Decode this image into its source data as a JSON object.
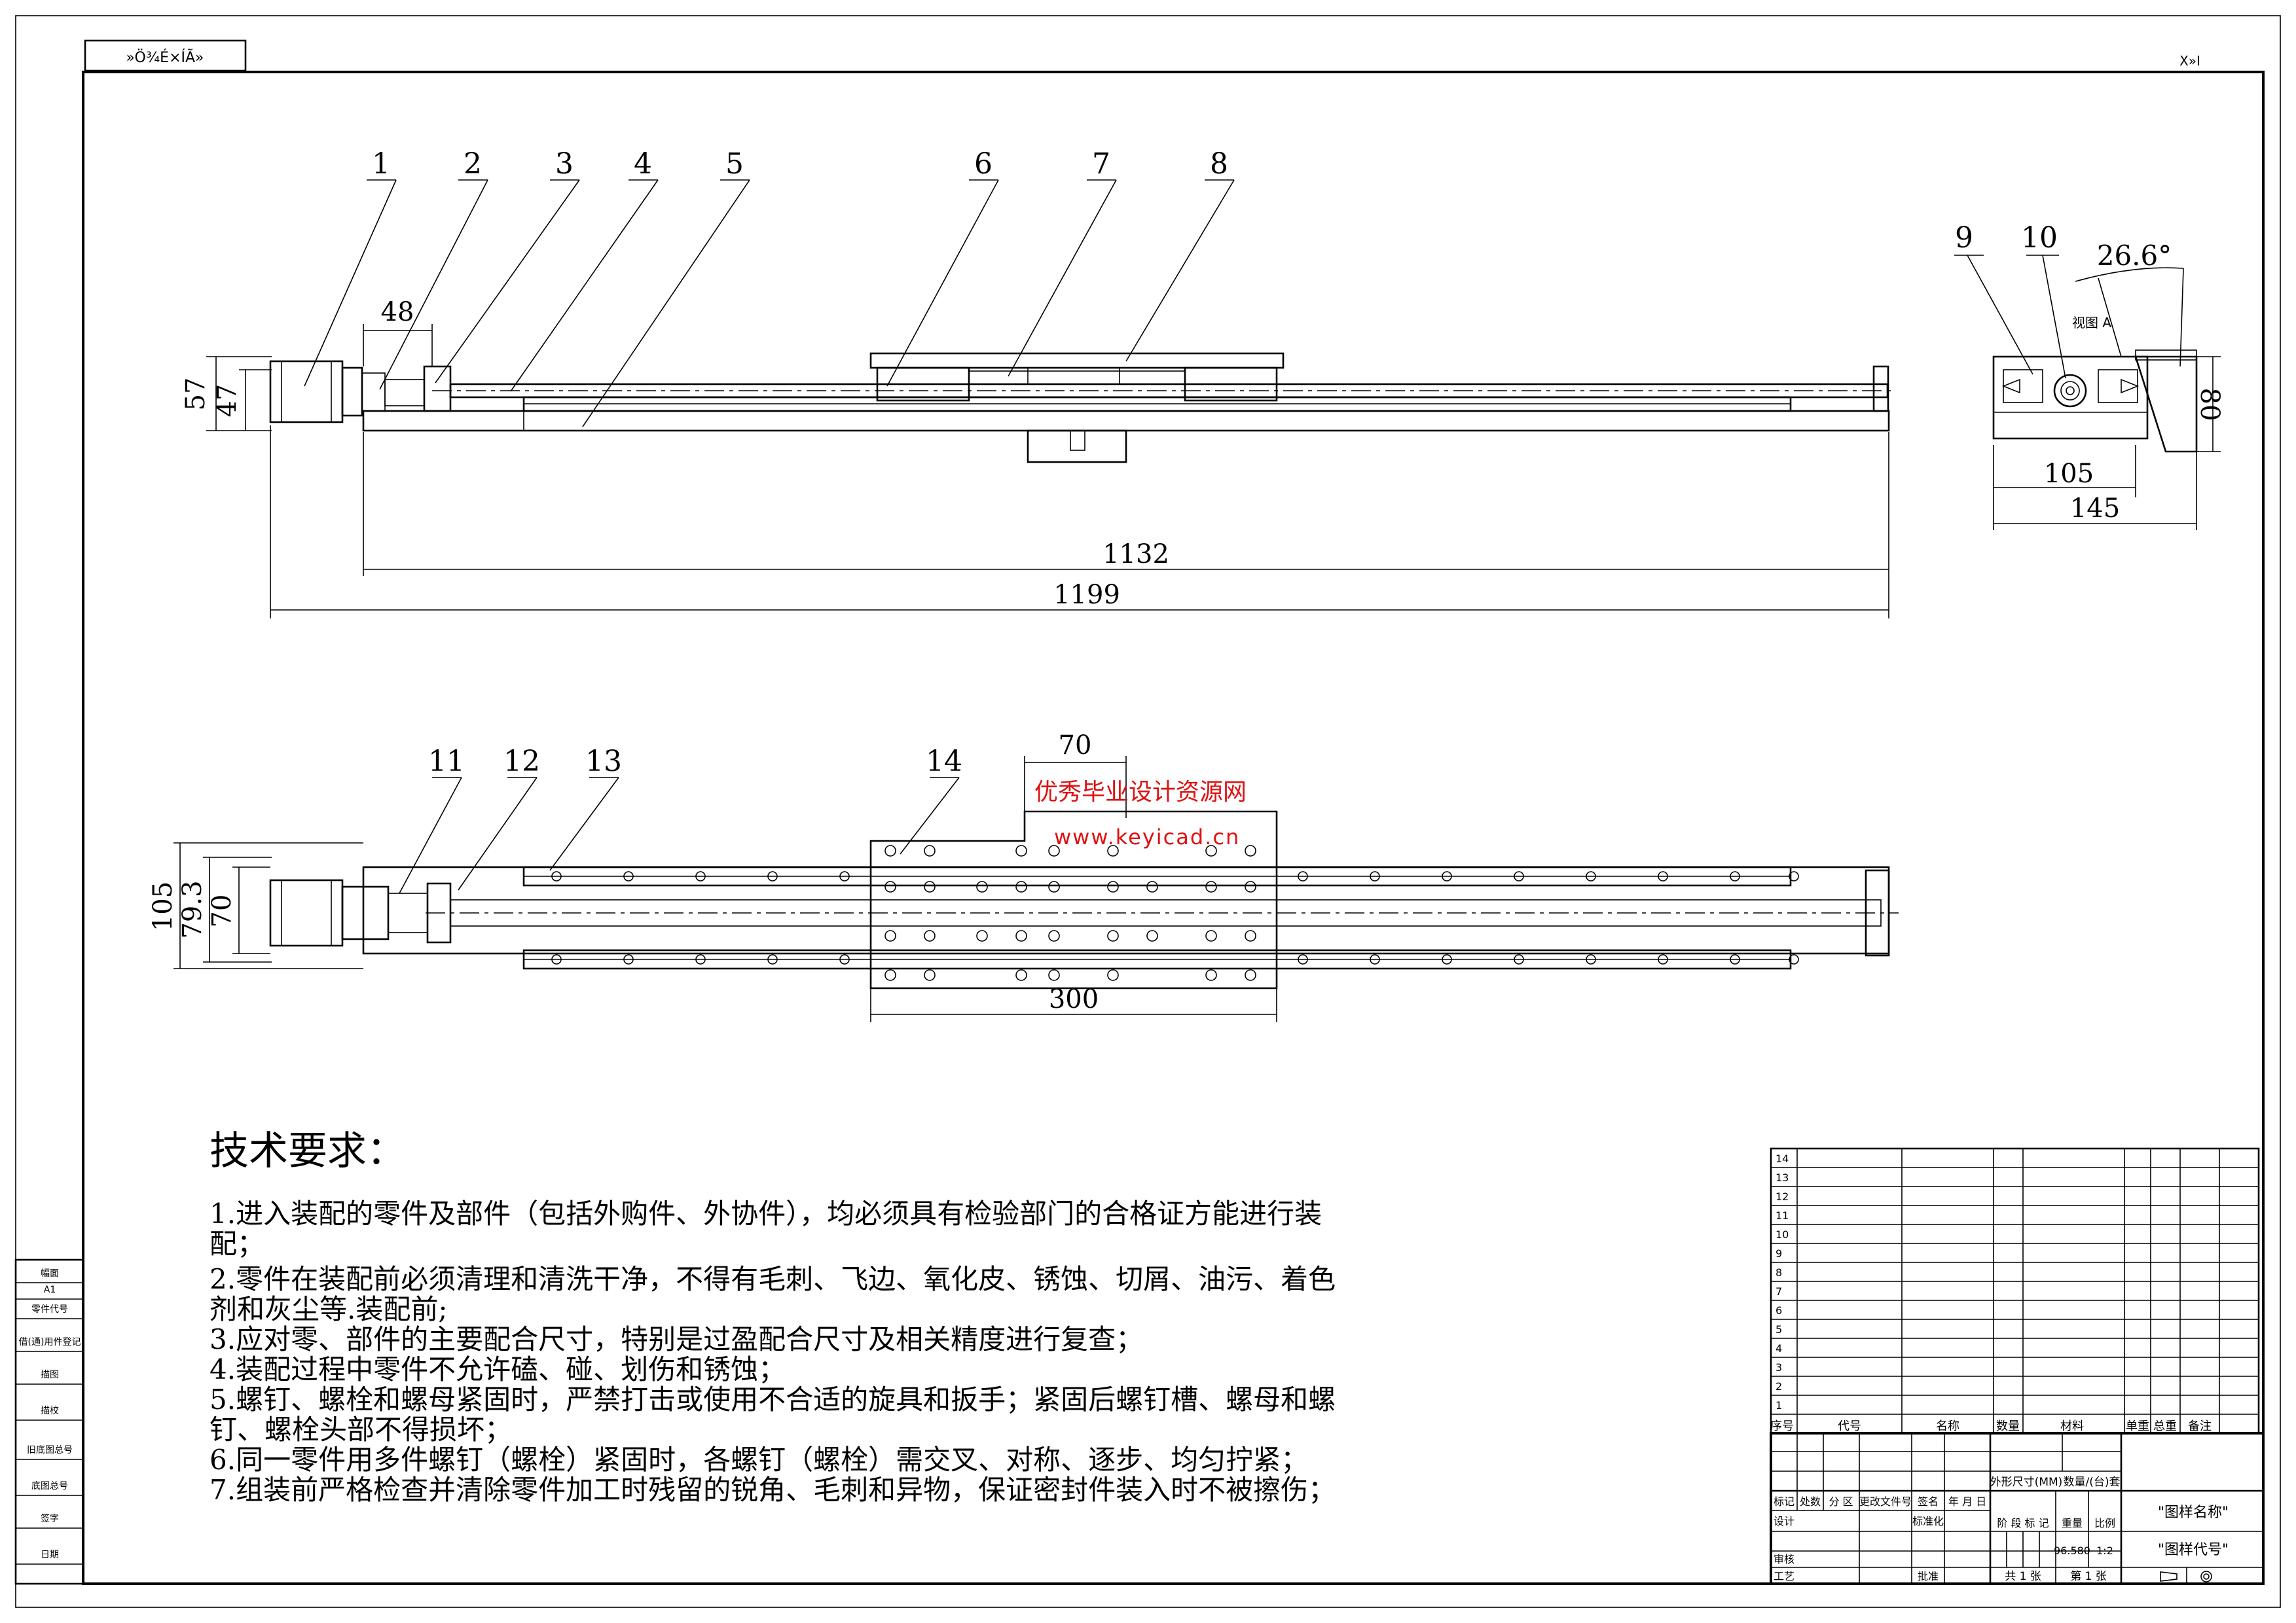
{
  "stamp_label": "»Ö¾É×ÍÃ»",
  "top_right_code": "Ⅹ»Ⅰ",
  "parts_callouts": [
    "1",
    "2",
    "3",
    "4",
    "5",
    "6",
    "7",
    "8",
    "9",
    "10",
    "11",
    "12",
    "13",
    "14"
  ],
  "dimensions": {
    "d48": "48",
    "d57": "57",
    "d47": "47",
    "d1132": "1132",
    "d1199": "1199",
    "d105_side": "105",
    "d145": "145",
    "d80": "80",
    "angle": "26.6°",
    "view_label": "视图 A",
    "d70_top": "70",
    "d300": "300",
    "d105_plan": "105",
    "d79_3": "79.3",
    "d70_plan": "70"
  },
  "watermark": {
    "line1": "优秀毕业设计资源网",
    "line2": "www.keyicad.cn"
  },
  "requirements": {
    "title": "技术要求：",
    "lines": [
      "1.进入装配的零件及部件（包括外购件、外协件），均必须具有检验部门的合格证方能进行装",
      "配；",
      "2.零件在装配前必须清理和清洗干净，不得有毛刺、飞边、氧化皮、锈蚀、切屑、油污、着色",
      "剂和灰尘等.装配前;",
      "3.应对零、部件的主要配合尺寸，特别是过盈配合尺寸及相关精度进行复查；",
      "4.装配过程中零件不允许磕、碰、划伤和锈蚀；",
      "5.螺钉、螺栓和螺母紧固时，严禁打击或使用不合适的旋具和扳手；紧固后螺钉槽、螺母和螺",
      "钉、螺栓头部不得损坏；",
      "6.同一零件用多件螺钉（螺栓）紧固时，各螺钉（螺栓）需交叉、对称、逐步、均匀拧紧；",
      "7.组装前严格检查并清除零件加工时残留的锐角、毛刺和异物，保证密封件装入时不被擦伤；"
    ]
  },
  "left_strip": [
    "幅面",
    "A1",
    "零件代号",
    "借(通)用件登记",
    "描图",
    "描校",
    "旧底图总号",
    "底图总号",
    "签字",
    "日期"
  ],
  "bom": {
    "row_numbers": [
      "14",
      "13",
      "12",
      "11",
      "10",
      "9",
      "8",
      "7",
      "6",
      "5",
      "4",
      "3",
      "2",
      "1"
    ],
    "headers": [
      "序号",
      "代号",
      "名称",
      "数量",
      "材料",
      "单重",
      "总重",
      "备注"
    ]
  },
  "title_block": {
    "outer_size_label": "外形尺寸(MM)",
    "qty_label": "数量/(台)套",
    "drawing_name": "\"图样名称\"",
    "drawing_code": "\"图样代号\"",
    "rev_headers": [
      "标记",
      "处数",
      "分 区",
      "更改文件号",
      "签名",
      "年 月 日"
    ],
    "design": "设计",
    "standardize": "标准化",
    "review": "审核",
    "process": "工艺",
    "approve": "批准",
    "stage_label": "阶 段 标 记",
    "weight_label": "重量",
    "scale_label": "比例",
    "weight_value": "96.580",
    "scale_value": "1:2",
    "sheets_total": "共 1 张",
    "sheet_no": "第 1 张"
  }
}
